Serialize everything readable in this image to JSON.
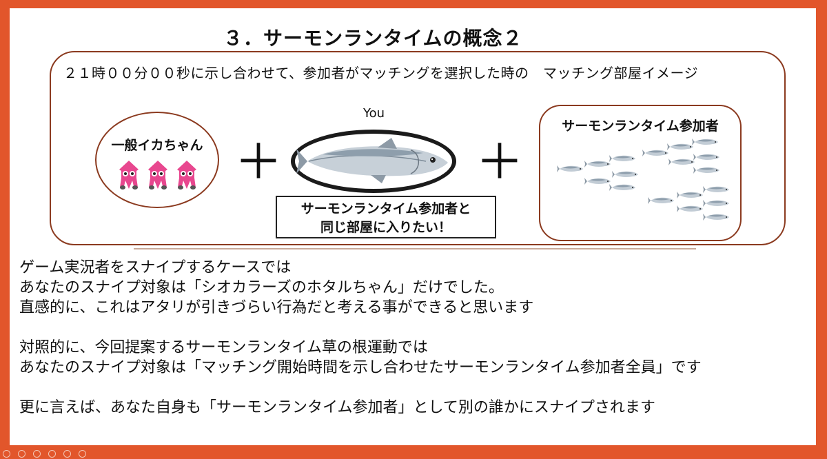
{
  "slide": {
    "title": "３．サーモンランタイムの概念２",
    "scenario_caption": "２１時００分００秒に示し合わせて、参加者がマッチングを選択した時の　マッチング部屋イメージ",
    "squid_group_label": "一般イカちゃん",
    "you_label": "You",
    "wish_line1": "サーモンランタイム参加者と",
    "wish_line2": "同じ部屋に入りたい！",
    "participants_label": "サーモンランタイム参加者",
    "plus_sign": "＋"
  },
  "body": {
    "line1": "ゲーム実況者をスナイプするケースでは",
    "line2": "あなたのスナイプ対象は「シオカラーズのホタルちゃん」だけでした。",
    "line3": "直感的に、これはアタリが引きづらい行為だと考える事ができると思います",
    "line4": "対照的に、今回提案するサーモンランタイム草の根運動では",
    "line5": "あなたのスナイプ対象は「マッチング開始時間を示し合わせたサーモンランタイム参加者全員」です",
    "line6": "更に言えば、あなた自身も「サーモンランタイム参加者」として別の誰かにスナイプされます"
  },
  "colors": {
    "frame": "#e2562b",
    "outline": "#8b3a1f",
    "squid": "#e8478f"
  },
  "icons": [
    "squid-icon",
    "salmon-icon",
    "prev-icon",
    "next-icon",
    "pen-icon",
    "zoom-icon",
    "more-icon"
  ]
}
